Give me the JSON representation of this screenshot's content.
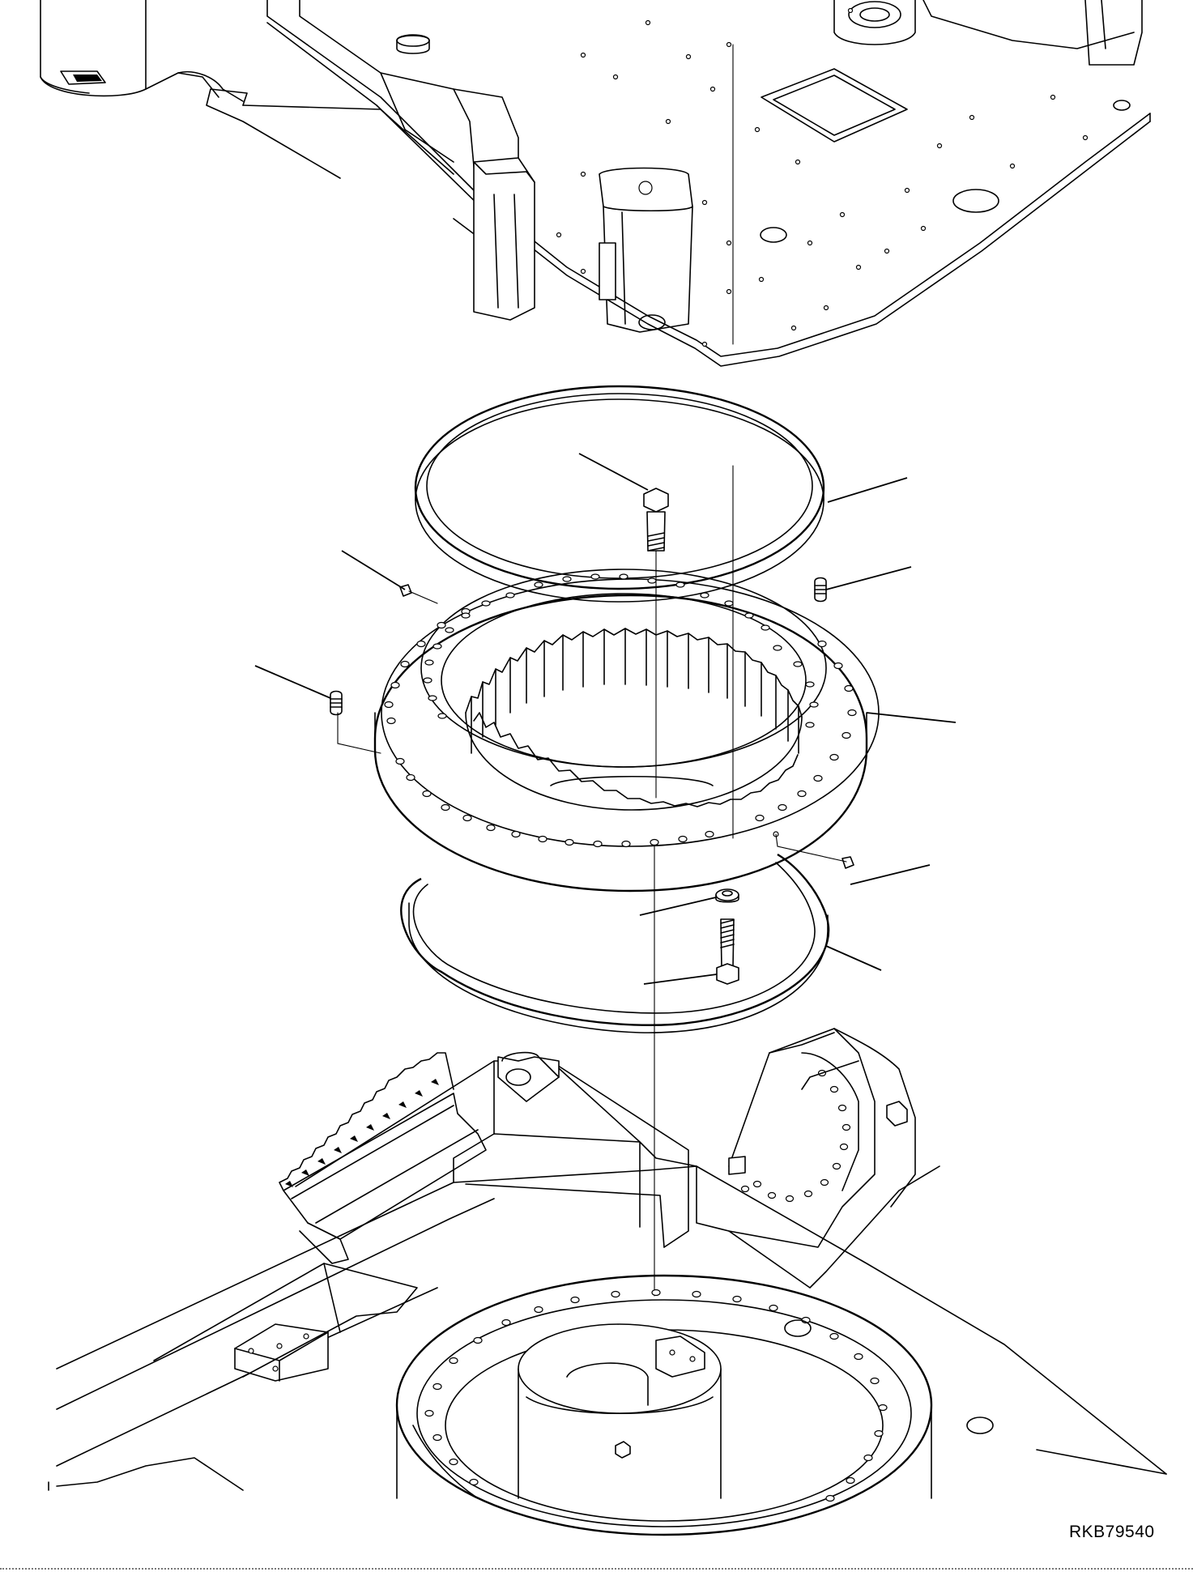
{
  "drawing_id": "RKB79540",
  "colors": {
    "line": "#000000",
    "paper": "#ffffff",
    "rule": "#777777"
  },
  "components": [
    "upper-revolving-frame",
    "upper-seal-ring",
    "swing-circle-bolt",
    "grease-fitting",
    "plug",
    "swing-circle",
    "lower-seal-ring",
    "hardened-washer",
    "swing-circle-bolt-lower",
    "track-frame"
  ]
}
